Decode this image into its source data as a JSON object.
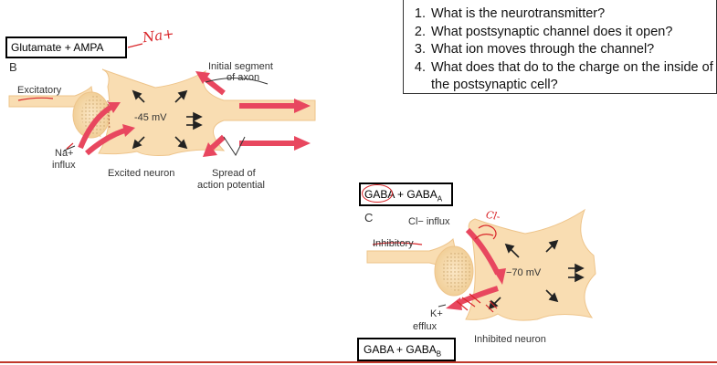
{
  "questions": [
    "What is the neurotransmitter?",
    "What postsynaptic channel does it open?",
    "What ion moves through the channel?",
    "What does that do to the charge on the inside of the postsynaptic cell?"
  ],
  "panel_b": {
    "box_label": "Glutamate + AMPA",
    "handwritten_note": "Na+",
    "letter": "B",
    "excitatory": "Excitatory",
    "voltage": "-45 mV",
    "na_influx_line1": "Na+",
    "na_influx_line2": "influx",
    "excited_neuron": "Excited neuron",
    "initial_segment_line1": "Initial segment",
    "initial_segment_line2": "of axon",
    "spread_line1": "Spread of",
    "spread_line2": "action potential"
  },
  "panel_c": {
    "box_label_top": "GABA + GABA",
    "box_label_top_sub": "A",
    "letter": "C",
    "cl_influx": "Cl− influx",
    "inhibitory": "Inhibitory",
    "voltage": "−70 mV",
    "k_line1": "K+",
    "k_line2": "efflux",
    "inhibited_neuron": "Inhibited neuron",
    "box_label_bottom": "GABA + GABA",
    "box_label_bottom_sub": "B",
    "handwritten_note": "Cl-"
  },
  "colors": {
    "neuron_fill": "#f9ddb2",
    "neuron_edge": "#eec48a",
    "arrow_red": "#e8475f",
    "annotation_red": "#d9262a"
  }
}
